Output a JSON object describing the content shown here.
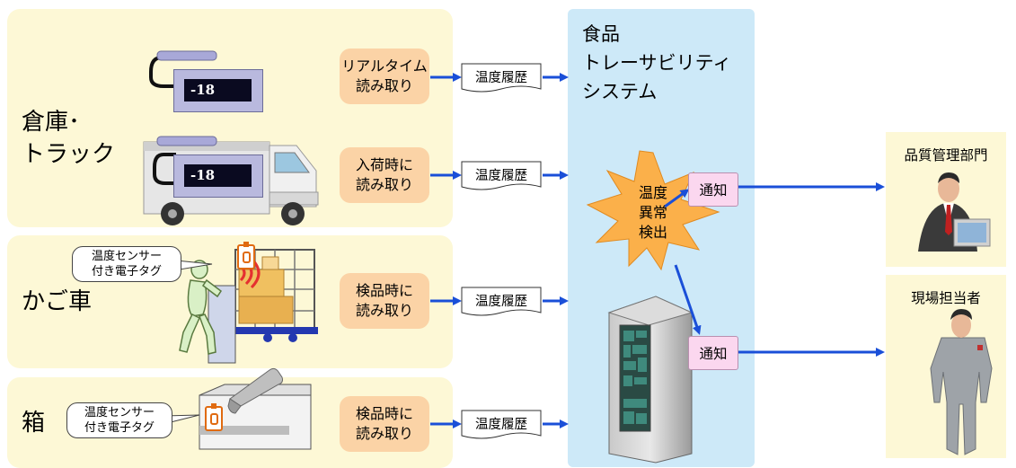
{
  "sections": {
    "warehouse": {
      "label": "倉庫･\nトラック"
    },
    "cart": {
      "label": "かご車"
    },
    "box": {
      "label": "箱"
    }
  },
  "read_boxes": {
    "realtime": "リアルタイム\n読み取り",
    "arrival": "入荷時に\n読み取り",
    "inspect_cart": "検品時に\n読み取り",
    "inspect_box": "検品時に\n読み取り"
  },
  "documents": {
    "doc1": "温度履歴",
    "doc2": "温度履歴",
    "doc3": "温度履歴",
    "doc4": "温度履歴"
  },
  "sensor_displays": {
    "display1": "-18",
    "display2": "-18"
  },
  "callouts": {
    "cart_tag": "温度センサー\n付き電子タグ",
    "box_tag": "温度センサー\n付き電子タグ"
  },
  "system": {
    "title": "食品\nトレーサビリティ\nシステム",
    "alert": "温度\n異常\n検出",
    "notify1": "通知",
    "notify2": "通知"
  },
  "departments": {
    "quality": "品質管理部門",
    "field": "現場担当者"
  },
  "colors": {
    "panel": "#fdf8d6",
    "read_box": "#fbd3a6",
    "system": "#cde9f8",
    "arrow": "#1a4fd8",
    "starburst": "#fbb04a",
    "notify": "#fbd7ef"
  }
}
